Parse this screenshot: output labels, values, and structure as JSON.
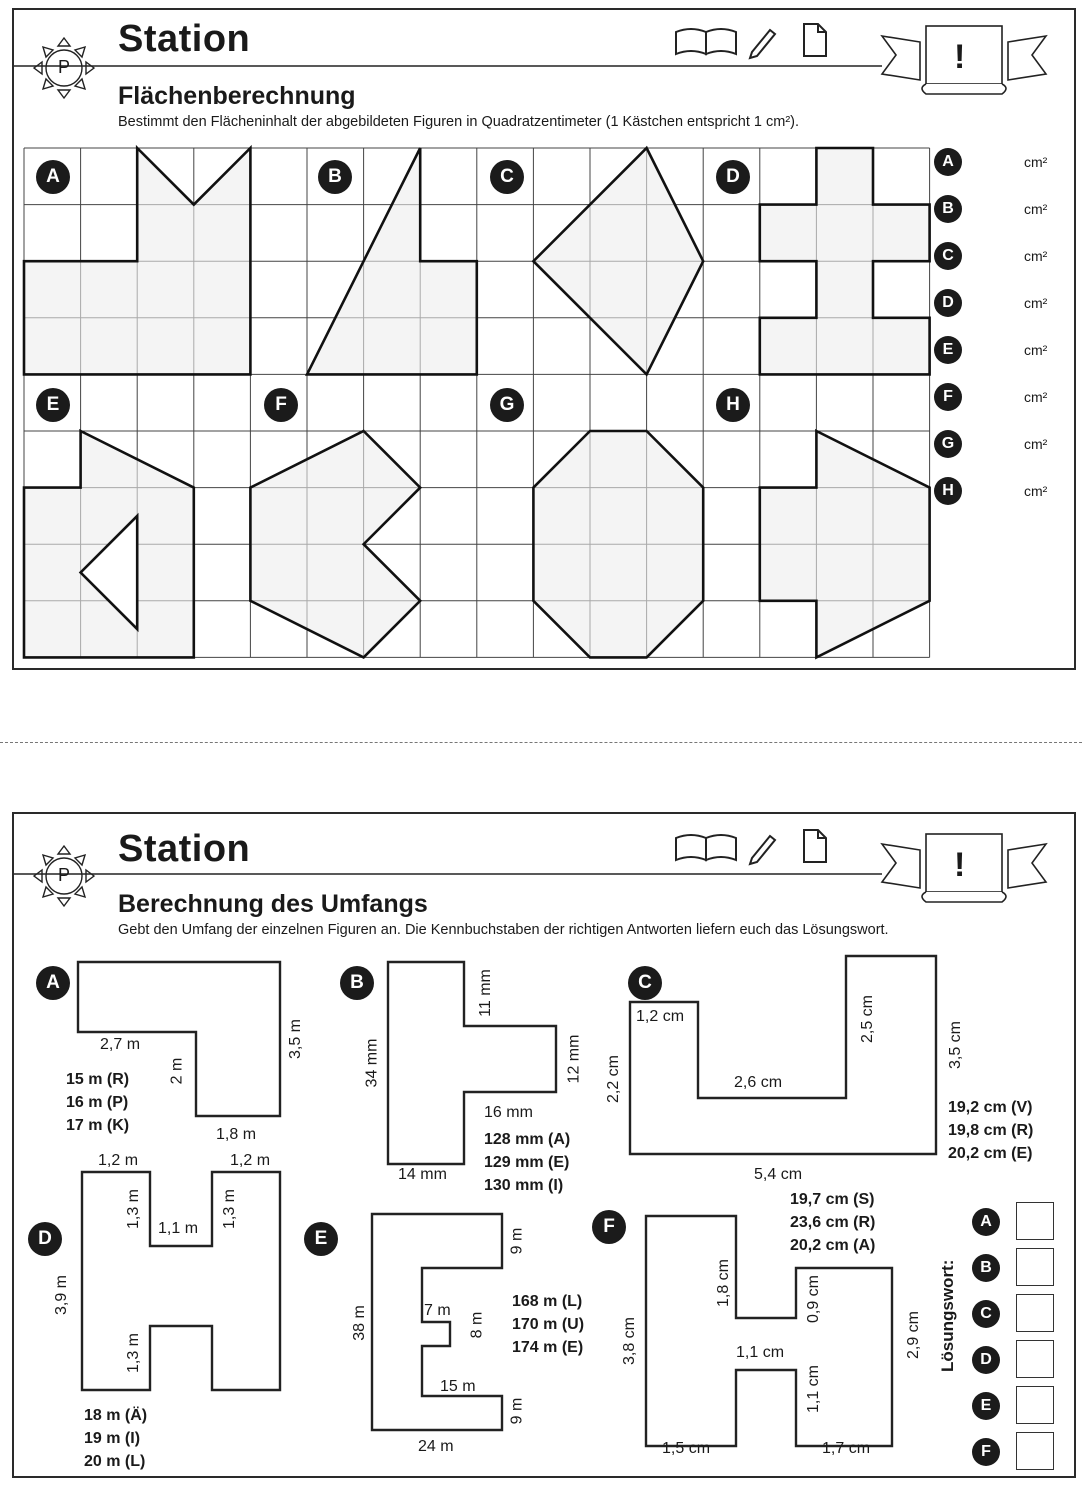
{
  "card1": {
    "title": "Station",
    "subtitle": "Flächenberechnung",
    "instruction": "Bestimmt den Flächeninhalt der abgebildeten Figuren in Quadratzentimeter (1 Kästchen entspricht 1 cm²).",
    "logo_letter": "P",
    "banner_mark": "!",
    "figure_letters": [
      "A",
      "B",
      "C",
      "D",
      "E",
      "F",
      "G",
      "H"
    ],
    "answers": [
      {
        "letter": "A",
        "unit": "cm²"
      },
      {
        "letter": "B",
        "unit": "cm²"
      },
      {
        "letter": "C",
        "unit": "cm²"
      },
      {
        "letter": "D",
        "unit": "cm²"
      },
      {
        "letter": "E",
        "unit": "cm²"
      },
      {
        "letter": "F",
        "unit": "cm²"
      },
      {
        "letter": "G",
        "unit": "cm²"
      },
      {
        "letter": "H",
        "unit": "cm²"
      }
    ]
  },
  "card2": {
    "title": "Station",
    "subtitle": "Berechnung des Umfangs",
    "instruction": "Gebt den Umfang der einzelnen Figuren an. Die Kennbuchstaben der richtigen Antworten liefern euch das Lösungswort.",
    "logo_letter": "P",
    "banner_mark": "!",
    "figA": {
      "letter": "A",
      "top_inner": "2,7 m",
      "inner_v": "2 m",
      "right": "3,5 m",
      "bottom": "1,8 m",
      "options": [
        "15 m  (R)",
        "16 m  (P)",
        "17 m  (K)"
      ]
    },
    "figB": {
      "letter": "B",
      "top_right": "11 mm",
      "left": "34 mm",
      "right": "12 mm",
      "inner": "16 mm",
      "bottom": "14 mm",
      "options": [
        "128 mm (A)",
        "129 mm (E)",
        "130 mm  (I)"
      ]
    },
    "figC": {
      "letter": "C",
      "top_left": "1,2 cm",
      "left": "2,2 cm",
      "inner": "2,6 cm",
      "inner_v": "2,5 cm",
      "right": "3,5 cm",
      "bottom": "5,4 cm",
      "options": [
        "19,2 cm (V)",
        "19,8 cm (R)",
        "20,2 cm (E)"
      ]
    },
    "figD": {
      "letter": "D",
      "top_left": "1,2 m",
      "top_right": "1,2 m",
      "inner_l": "1,3 m",
      "inner_r": "1,3 m",
      "middle": "1,1 m",
      "left": "3,9 m",
      "inner_b": "1,3 m",
      "options": [
        "18 m  (Ä)",
        "19 m   (I)",
        "20 m  (L)"
      ]
    },
    "figE": {
      "letter": "E",
      "right_top": "9 m",
      "left": "38 m",
      "notch_w": "7 m",
      "notch_h": "8 m",
      "inner_b": "15 m",
      "right_bottom": "9 m",
      "bottom": "24 m",
      "options": [
        "168 m  (L)",
        "170 m  (U)",
        "174 m  (E)"
      ]
    },
    "figF": {
      "letter": "F",
      "inner_lv": "1,8 cm",
      "left": "3,8 cm",
      "inner_rv": "0,9 cm",
      "middle": "1,1 cm",
      "inner_bv": "1,1 cm",
      "right": "2,9 cm",
      "bottom_l": "1,5 cm",
      "bottom_r": "1,7 cm",
      "options": [
        "19,7 cm  (S)",
        "23,6 cm  (R)",
        "20,2 cm  (A)"
      ]
    },
    "solution_label": "Lösungswort:",
    "solution_letters": [
      "A",
      "B",
      "C",
      "D",
      "E",
      "F"
    ]
  },
  "icons": [
    "book-icon",
    "pencil-icon",
    "document-icon",
    "sun-logo-icon",
    "ribbon-banner-icon"
  ]
}
